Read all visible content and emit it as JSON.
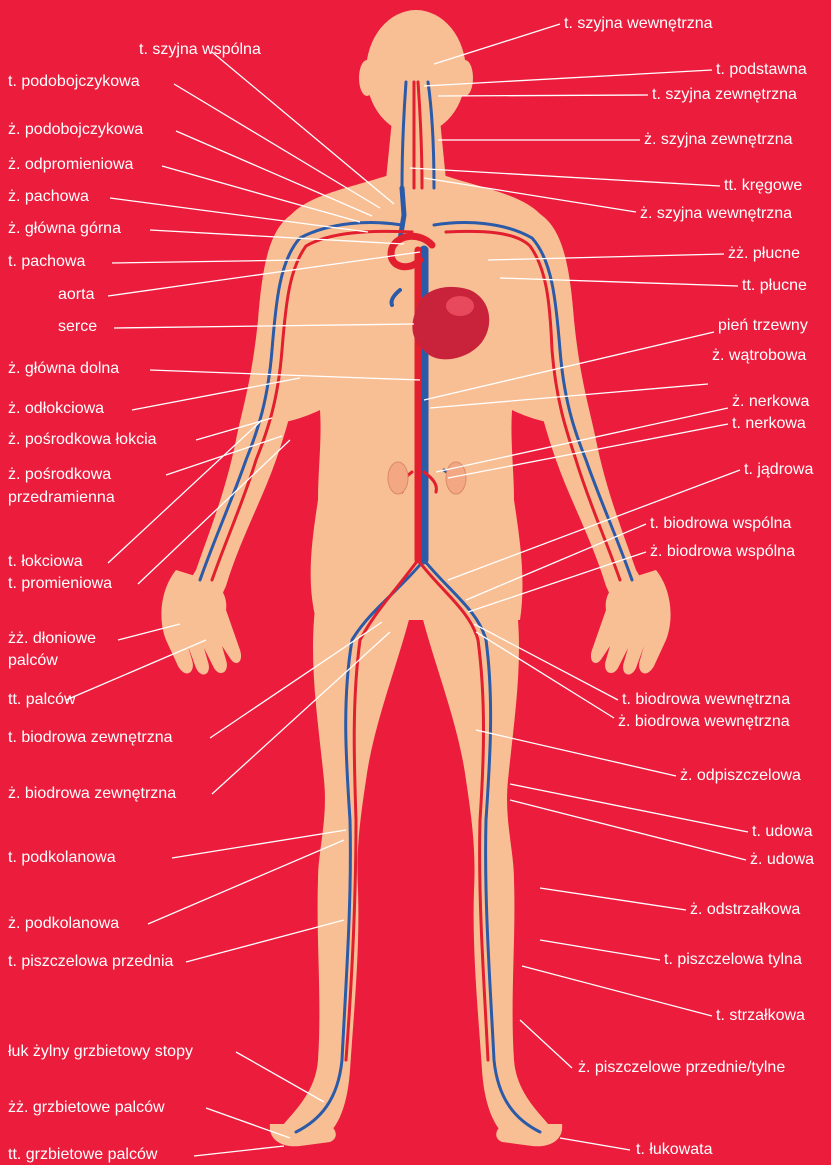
{
  "colors": {
    "background": "#ec1c3d",
    "skin": "#f8bf95",
    "artery": "#e11f2e",
    "vein": "#2b5aa8",
    "heart": "#c8233a",
    "leader_line": "#ffffff"
  },
  "labels_left": [
    {
      "id": "t-szyjna-wspolna",
      "text": "t. szyjna wspólna"
    },
    {
      "id": "t-podobojczykowa",
      "text": "t. podobojczykowa"
    },
    {
      "id": "z-podobojczykowa",
      "text": "ż. podobojczykowa"
    },
    {
      "id": "z-odpromieniowa",
      "text": "ż. odpromieniowa"
    },
    {
      "id": "z-pachowa",
      "text": "ż. pachowa"
    },
    {
      "id": "z-glowna-gorna",
      "text": "ż. główna górna"
    },
    {
      "id": "t-pachowa",
      "text": "t. pachowa"
    },
    {
      "id": "aorta",
      "text": "aorta"
    },
    {
      "id": "serce",
      "text": "serce"
    },
    {
      "id": "z-glowna-dolna",
      "text": "ż. główna dolna"
    },
    {
      "id": "z-odlokciowa",
      "text": "ż. odłokciowa"
    },
    {
      "id": "z-posrodkowa-lokcia",
      "text": "ż. pośrodkowa łokcia"
    },
    {
      "id": "z-posrodkowa-przedramienna-1",
      "text": "ż. pośrodkowa"
    },
    {
      "id": "z-posrodkowa-przedramienna-2",
      "text": "przedramienna"
    },
    {
      "id": "t-lokciowa",
      "text": "t. łokciowa"
    },
    {
      "id": "t-promieniowa",
      "text": "t. promieniowa"
    },
    {
      "id": "zz-dloniowe-1",
      "text": "żż. dłoniowe"
    },
    {
      "id": "zz-dloniowe-2",
      "text": "palców"
    },
    {
      "id": "tt-palcow",
      "text": "tt. palców"
    },
    {
      "id": "t-biodrowa-zewnetrzna",
      "text": "t. biodrowa zewnętrzna"
    },
    {
      "id": "z-biodrowa-zewnetrzna",
      "text": "ż. biodrowa zewnętrzna"
    },
    {
      "id": "t-podkolanowa",
      "text": "t. podkolanowa"
    },
    {
      "id": "z-podkolanowa",
      "text": "ż. podkolanowa"
    },
    {
      "id": "t-piszczelowa-przednia",
      "text": "t. piszczelowa przednia"
    },
    {
      "id": "luk-zylny",
      "text": "łuk żylny grzbietowy stopy"
    },
    {
      "id": "zz-grzbietowe-palcow",
      "text": "żż. grzbietowe palców"
    },
    {
      "id": "tt-grzbietowe-palcow",
      "text": "tt. grzbietowe palców"
    }
  ],
  "labels_right": [
    {
      "id": "t-szyjna-wewnetrzna",
      "text": "t. szyjna wewnętrzna"
    },
    {
      "id": "t-podstawna",
      "text": "t. podstawna"
    },
    {
      "id": "t-szyjna-zewnetrzna",
      "text": "t. szyjna zewnętrzna"
    },
    {
      "id": "z-szyjna-zewnetrzna",
      "text": "ż. szyjna zewnętrzna"
    },
    {
      "id": "tt-kregowe",
      "text": "tt. kręgowe"
    },
    {
      "id": "z-szyjna-wewnetrzna",
      "text": "ż. szyjna wewnętrzna"
    },
    {
      "id": "zz-plucne",
      "text": "żż. płucne"
    },
    {
      "id": "tt-plucne",
      "text": "tt. płucne"
    },
    {
      "id": "pien-trzewny",
      "text": "pień trzewny"
    },
    {
      "id": "z-watrobowa",
      "text": "ż. wątrobowa"
    },
    {
      "id": "z-nerkowa",
      "text": "ż. nerkowa"
    },
    {
      "id": "t-nerkowa",
      "text": "t. nerkowa"
    },
    {
      "id": "t-jadrowa",
      "text": "t. jądrowa"
    },
    {
      "id": "t-biodrowa-wspolna",
      "text": "t. biodrowa wspólna"
    },
    {
      "id": "z-biodrowa-wspolna",
      "text": "ż. biodrowa wspólna"
    },
    {
      "id": "t-biodrowa-wewnetrzna",
      "text": "t. biodrowa wewnętrzna"
    },
    {
      "id": "z-biodrowa-wewnetrzna",
      "text": "ż. biodrowa wewnętrzna"
    },
    {
      "id": "z-odpiszczelowa",
      "text": "ż. odpiszczelowa"
    },
    {
      "id": "t-udowa",
      "text": "t. udowa"
    },
    {
      "id": "z-udowa",
      "text": "ż. udowa"
    },
    {
      "id": "z-odstrzalkowa",
      "text": "ż. odstrzałkowa"
    },
    {
      "id": "t-piszczelowa-tylna",
      "text": "t. piszczelowa tylna"
    },
    {
      "id": "t-strzalkowa",
      "text": "t. strzałkowa"
    },
    {
      "id": "z-piszczelowe",
      "text": "ż. piszczelowe przednie/tylne"
    },
    {
      "id": "t-lukowata",
      "text": "t. łukowata"
    }
  ]
}
